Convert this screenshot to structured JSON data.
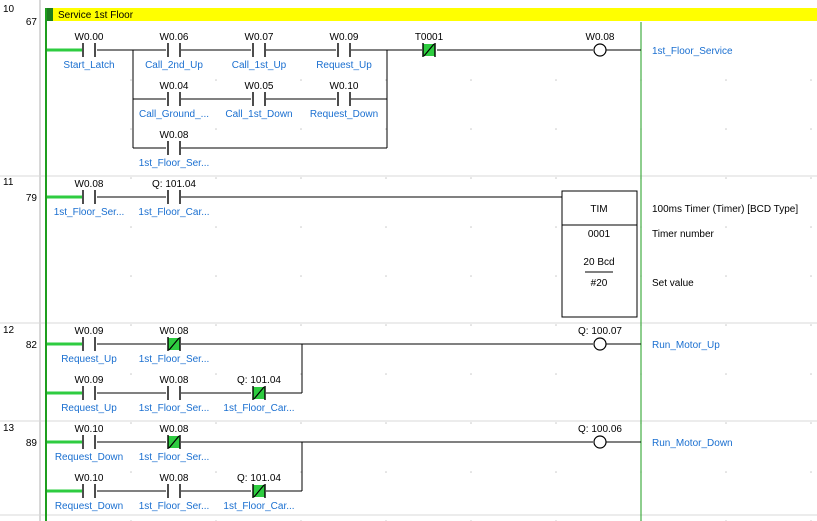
{
  "colors": {
    "rail_green": "#1e9e1e",
    "active_green": "#2ecc40",
    "comment_blue": "#1a6fd0",
    "header_yellow": "#ffff00",
    "grid_dot": "#c8c8c8",
    "wire": "#000000"
  },
  "section": {
    "title": "Service 1st Floor"
  },
  "rungs": [
    {
      "index": "10",
      "step": "67"
    },
    {
      "index": "11",
      "step": "79"
    },
    {
      "index": "12",
      "step": "82"
    },
    {
      "index": "13",
      "step": "89"
    }
  ],
  "contacts": [
    {
      "addr": "W0.00",
      "comment": "Start_Latch",
      "type": "NO",
      "powered": true
    },
    {
      "addr": "W0.06",
      "comment": "Call_2nd_Up",
      "type": "NO"
    },
    {
      "addr": "W0.07",
      "comment": "Call_1st_Up",
      "type": "NO"
    },
    {
      "addr": "W0.09",
      "comment": "Request_Up",
      "type": "NO"
    },
    {
      "addr": "T0001",
      "comment": "",
      "type": "NC",
      "powered": true
    },
    {
      "addr": "W0.04",
      "comment": "Call_Ground_...",
      "type": "NO"
    },
    {
      "addr": "W0.05",
      "comment": "Call_1st_Down",
      "type": "NO"
    },
    {
      "addr": "W0.10",
      "comment": "Request_Down",
      "type": "NO"
    },
    {
      "addr": "W0.08",
      "comment": "1st_Floor_Ser...",
      "type": "NO"
    },
    {
      "addr": "W0.08",
      "comment": "1st_Floor_Ser...",
      "type": "NO",
      "powered": true
    },
    {
      "addr": "Q: 101.04",
      "comment": "1st_Floor_Car...",
      "type": "NO"
    },
    {
      "addr": "W0.09",
      "comment": "Request_Up",
      "type": "NO",
      "powered": true
    },
    {
      "addr": "W0.08",
      "comment": "1st_Floor_Ser...",
      "type": "NC",
      "powered": true
    },
    {
      "addr": "W0.09",
      "comment": "Request_Up",
      "type": "NO",
      "powered": true
    },
    {
      "addr": "W0.08",
      "comment": "1st_Floor_Ser...",
      "type": "NO"
    },
    {
      "addr": "Q: 101.04",
      "comment": "1st_Floor_Car...",
      "type": "NC",
      "powered": true
    },
    {
      "addr": "W0.10",
      "comment": "Request_Down",
      "type": "NO",
      "powered": true
    },
    {
      "addr": "W0.08",
      "comment": "1st_Floor_Ser...",
      "type": "NC",
      "powered": true
    },
    {
      "addr": "W0.10",
      "comment": "Request_Down",
      "type": "NO",
      "powered": true
    },
    {
      "addr": "W0.08",
      "comment": "1st_Floor_Ser...",
      "type": "NO"
    },
    {
      "addr": "Q: 101.04",
      "comment": "1st_Floor_Car...",
      "type": "NC",
      "powered": true
    }
  ],
  "coils": [
    {
      "addr": "W0.08",
      "comment": "1st_Floor_Service"
    },
    {
      "addr": "Q: 100.07",
      "comment": "Run_Motor_Up"
    },
    {
      "addr": "Q: 100.06",
      "comment": "Run_Motor_Down"
    }
  ],
  "timer": {
    "name": "TIM",
    "number": "0001",
    "set_value_num": "20 Bcd",
    "set_value_const": "#20",
    "desc_title": "100ms Timer (Timer) [BCD Type]",
    "desc_number": "Timer number",
    "desc_set": "Set value"
  }
}
